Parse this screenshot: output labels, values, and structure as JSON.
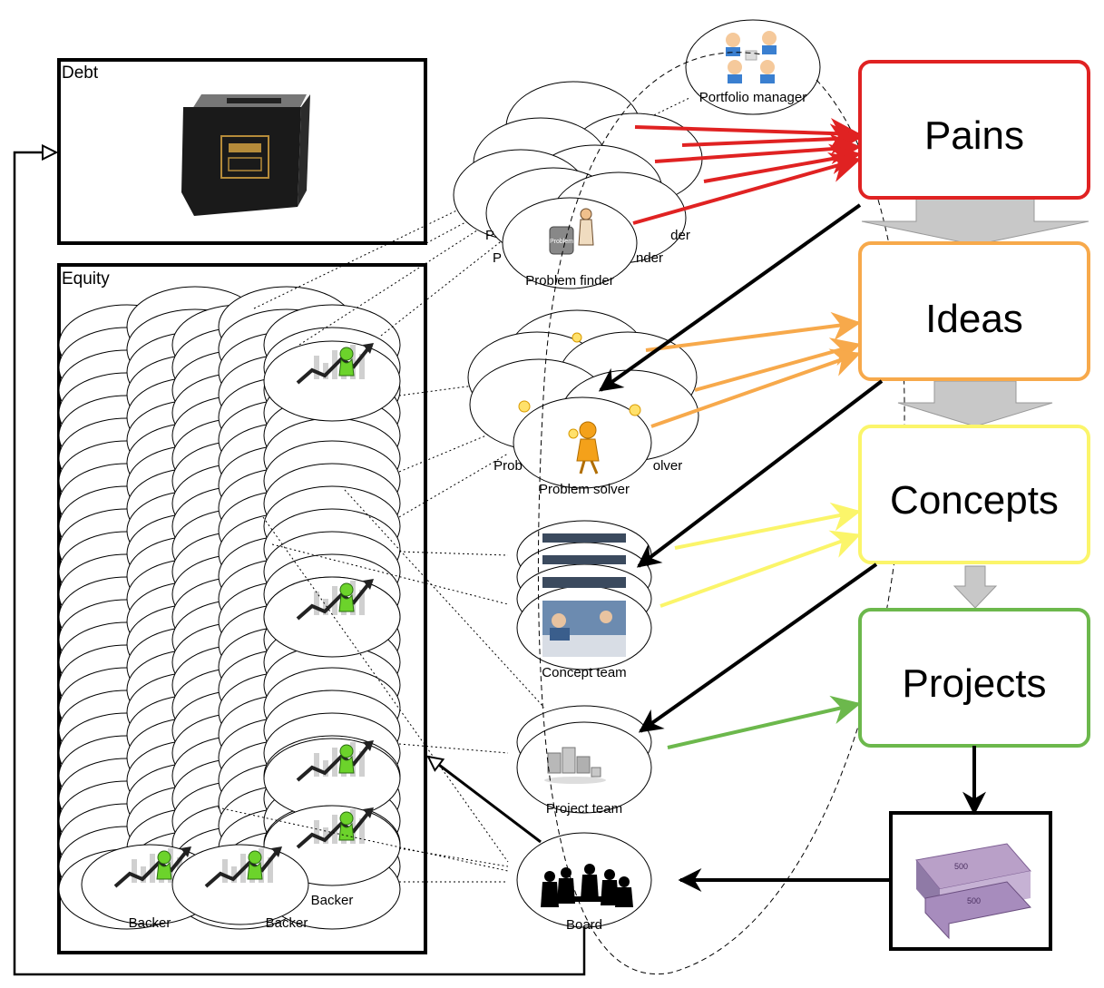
{
  "boxes": {
    "debt": "Debt",
    "equity": "Equity"
  },
  "stages": [
    "Pains",
    "Ideas",
    "Concepts",
    "Projects"
  ],
  "stage_colors": [
    "#e02222",
    "#f7a94b",
    "#fbf56a",
    "#6cb84c"
  ],
  "roles": {
    "portfolio_manager": "Portfolio manager",
    "problem_finder": "Problem finder",
    "problem_solver": "Problem solver",
    "concept_team": "Concept team",
    "project_team": "Project team",
    "board": "Board",
    "backer": "Backer"
  },
  "icons": [
    "cash-box-icon",
    "money-stack-icon",
    "problem-finder-icon",
    "problem-solver-icon",
    "team-photo-icon",
    "robots-icon",
    "board-meeting-icon",
    "backer-growth-chart-icon",
    "managers-icon"
  ]
}
